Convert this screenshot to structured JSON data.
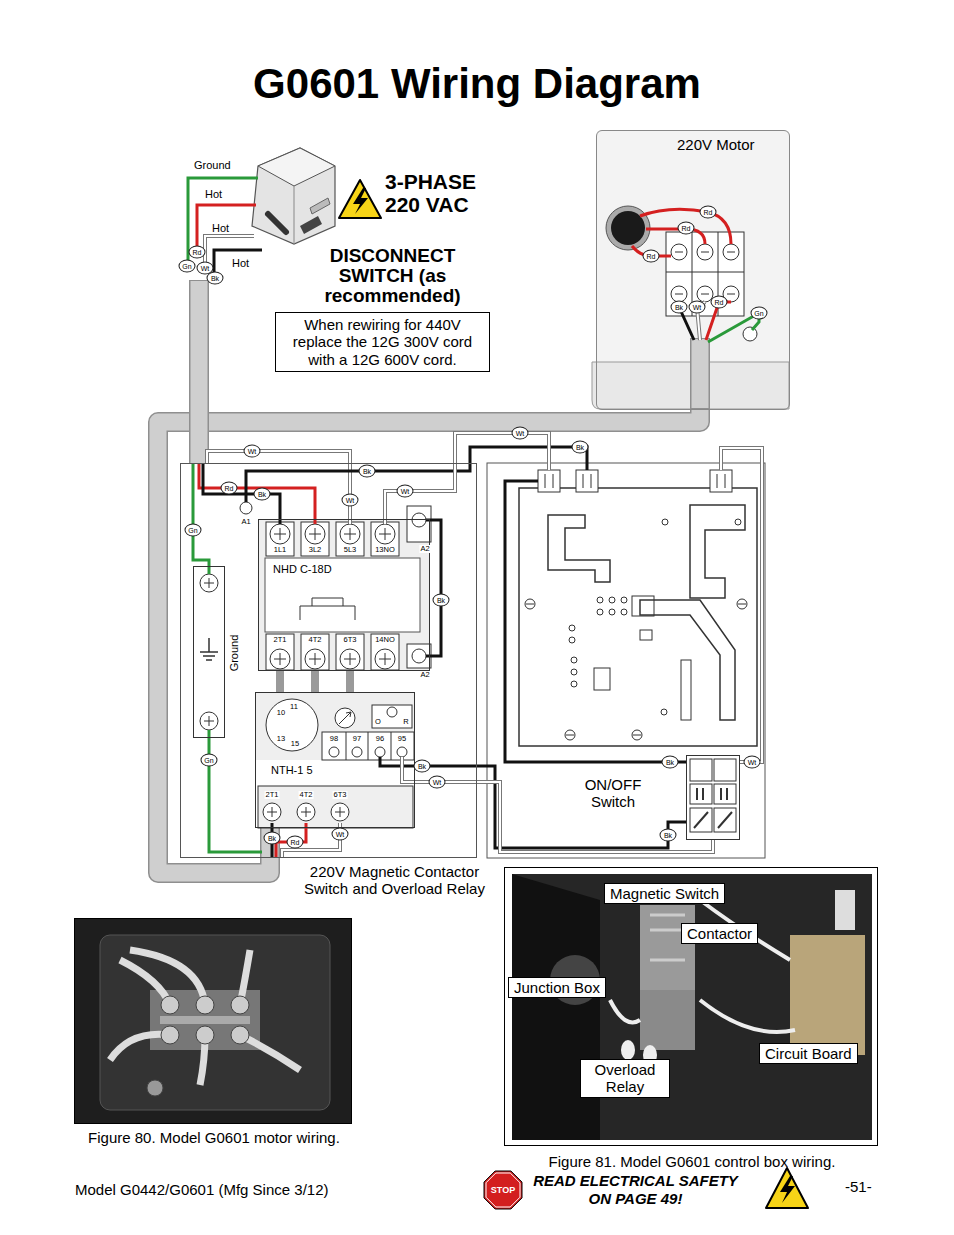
{
  "diagram": {
    "title": "G0601 Wiring Diagram",
    "nodes": [
      {
        "text": [
          "220V Motor"
        ]
      },
      {
        "text": [
          "When rewiring for 440V replace the 12G 300V cord with a 12G 600V cord."
        ]
      },
      {
        "text": [
          "220V Magnetic Contactor Switch and Overload Relay"
        ]
      },
      {
        "text": [
          "NHD C-18D"
        ],
        "in": 2
      },
      {
        "text": [
          "Ground"
        ],
        "in": 2
      },
      {
        "text": [
          "NTH-1 5"
        ],
        "in": 2
      },
      {
        "text": [
          "ON/OFF Switch"
        ]
      },
      {
        "text": [
          "Figure 80. Model G0601 motor wiring."
        ]
      },
      {
        "text": [
          "Figure 81. Model G0601 control box wiring."
        ]
      },
      {
        "text": [
          "Magnetic Switch"
        ],
        "in": 8
      },
      {
        "text": [
          "Contactor"
        ],
        "in": 8
      },
      {
        "text": [
          "Junction Box"
        ],
        "in": 8
      },
      {
        "text": [
          "Circuit Board"
        ],
        "in": 8
      },
      {
        "text": [
          "Overload Relay"
        ],
        "in": 8
      }
    ],
    "edges": [
      {
        "from": 3,
        "to": 5,
        "arrow": "none"
      },
      {
        "from": 5,
        "to": 0,
        "arrow": "none"
      }
    ],
    "labels": [
      "Ground",
      "Hot",
      "Hot",
      "Hot",
      "Rd",
      "Gn",
      "Wt",
      "Bk",
      "3-PHASE 220 VAC",
      "DISCONNECT SWITCH (as recommended)",
      "Rd",
      "Rd",
      "Rd",
      "Bk",
      "Wt",
      "Rd",
      "Gn",
      "Wt",
      "Bk",
      "Rd",
      "Bk",
      "Wt",
      "Wt",
      "Wt",
      "Bk",
      "Gn",
      "A1",
      "1L1",
      "3L2",
      "5L3",
      "13NO",
      "A2",
      "2T1",
      "4T2",
      "6T3",
      "14NO",
      "A2",
      "Bk",
      "Gn",
      "10",
      "11",
      "13",
      "15",
      "O",
      "R",
      "98",
      "97",
      "96",
      "95",
      "Bk",
      "Wt",
      "2T1",
      "4T2",
      "6T3",
      "Bk",
      "Rd",
      "Wt",
      "Bk",
      "Wt",
      "Bk",
      "Model G0442/G0601 (Mfg Since 3/12)",
      "STOP",
      "READ ELECTRICAL SAFETY ON PAGE 49!",
      "-51-"
    ]
  }
}
